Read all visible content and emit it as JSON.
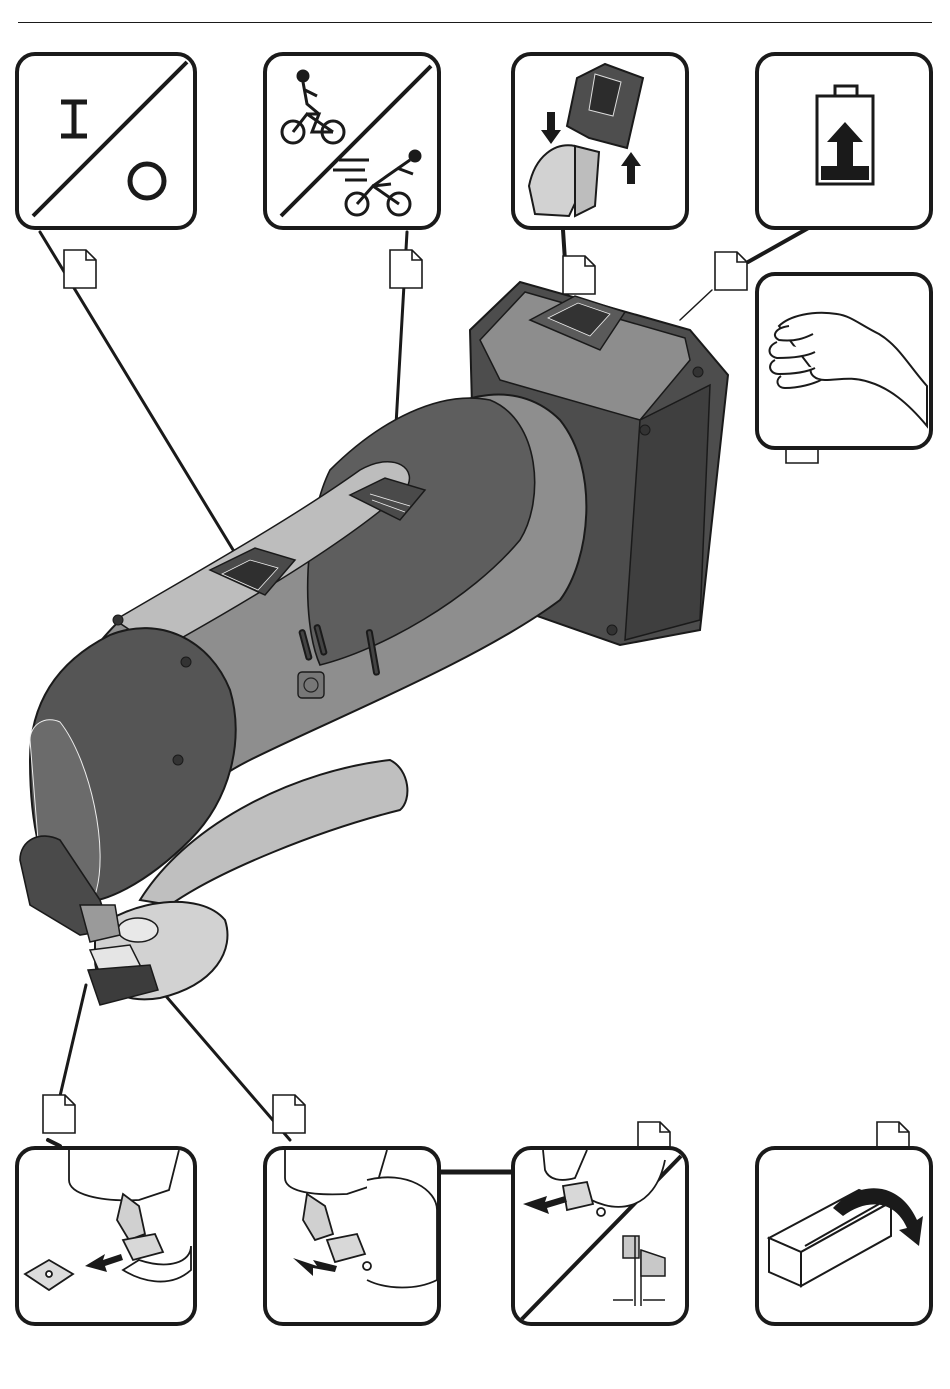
{
  "page": {
    "panels": [
      {
        "name": "on-off-switch-panel",
        "icon": "on-off-symbol",
        "symbols": [
          "I",
          "O"
        ]
      },
      {
        "name": "speed-selector-panel",
        "icon": "cyclist-slow-fast"
      },
      {
        "name": "battery-insert-remove-panel",
        "icon": "battery-pack-arrows"
      },
      {
        "name": "battery-charge-panel",
        "icon": "battery-charge-arrow"
      },
      {
        "name": "hand-temperature-panel",
        "icon": "hand-icon"
      },
      {
        "name": "cutter-removal-panel",
        "icon": "cutter-die-arrow"
      },
      {
        "name": "die-insert-panel",
        "icon": "cutter-die-arrow"
      },
      {
        "name": "cutting-clearance-panel",
        "icon": "clearance-gap"
      },
      {
        "name": "material-bend-panel",
        "icon": "curved-arrow-block"
      }
    ],
    "document_reference_icons": 9,
    "colors": {
      "line": "#1a1a1a",
      "tool-dark": "#5e5e5e",
      "tool-mid": "#8c8c8c",
      "tool-light": "#b5b5b5",
      "tool-lighter": "#cdcdcd"
    }
  }
}
